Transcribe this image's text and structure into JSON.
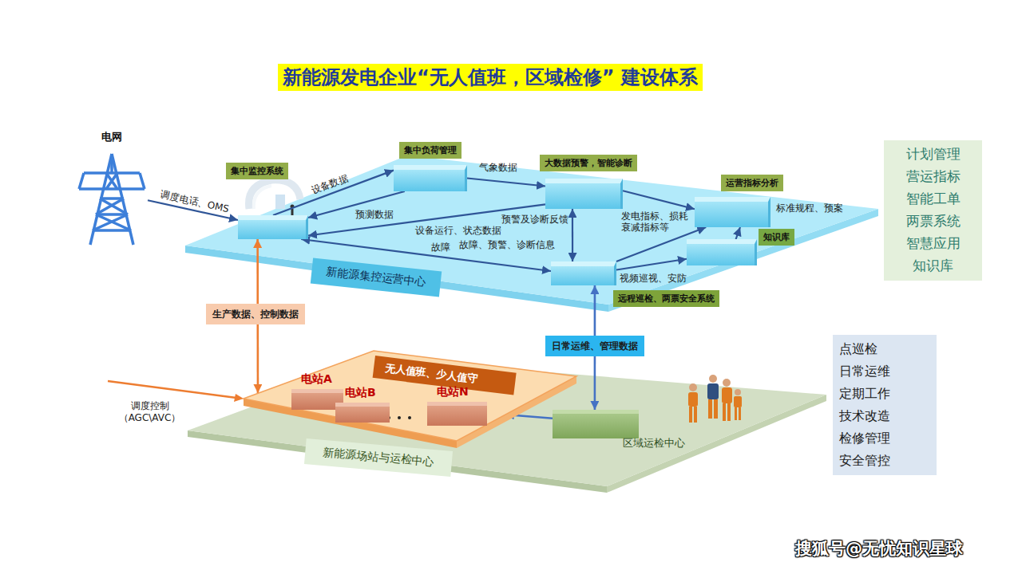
{
  "diagram": {
    "title": "新能源发电企业“无人值班，区域检修” 建设体系",
    "nodes": [
      {
        "text": [
          "电网"
        ]
      },
      {
        "text": [
          "集中监控系统"
        ]
      },
      {
        "text": [
          "集中负荷管理"
        ]
      },
      {
        "text": [
          "大数据预警，智能诊断"
        ]
      },
      {
        "text": [
          "运营指标分析"
        ]
      },
      {
        "text": [
          "知识库"
        ]
      },
      {
        "text": [
          "远程巡检、两票安全系统"
        ]
      },
      {
        "text": [
          "新能源集控运营中心"
        ]
      },
      {
        "text": [
          "计划管理",
          "营运指标",
          "智能工单",
          "两票系统",
          "智慧应用",
          "知识库"
        ]
      },
      {
        "text": [
          "无人值班、少人值守"
        ]
      },
      {
        "text": [
          "电站A"
        ],
        "in": 9
      },
      {
        "text": [
          "电站B"
        ],
        "in": 9
      },
      {
        "text": [
          "电站N"
        ],
        "in": 9
      },
      {
        "text": [
          "区域运检中心"
        ]
      },
      {
        "text": [
          "新能源场站与运检中心"
        ]
      },
      {
        "text": [
          "点巡检",
          "日常运维",
          "定期工作",
          "技术改造",
          "检修管理",
          "安全管控"
        ]
      }
    ],
    "edges": [
      {
        "from": 0,
        "to": 1,
        "label": "调度电话、OMS",
        "arrow": "to"
      },
      {
        "from": 1,
        "to": 2,
        "label": "设备数据",
        "arrow": "to"
      },
      {
        "from": 2,
        "to": 1,
        "label": "预测数据",
        "arrow": "to"
      },
      {
        "from": 2,
        "to": 3,
        "label": "气象数据",
        "arrow": "to"
      },
      {
        "from": 3,
        "to": 1,
        "label": "设备运行、状态数据",
        "arrow": "to"
      },
      {
        "from": 1,
        "to": 6,
        "label": "故障、预警、诊断信息",
        "arrow": "both"
      },
      {
        "from": 3,
        "to": 6,
        "label": "预警及诊断反馈",
        "arrow": "both"
      },
      {
        "from": 3,
        "to": 4,
        "label": "发电指标、损耗 衰减指标等",
        "arrow": "to"
      },
      {
        "from": 6,
        "to": 4,
        "arrow": "to"
      },
      {
        "from": 6,
        "to": 5,
        "label": "视频巡视、安防",
        "arrow": "to"
      },
      {
        "from": 5,
        "to": 4,
        "label": "标准规程、预案",
        "arrow": "to"
      },
      {
        "from": 9,
        "to": 1,
        "label": "生产数据、控制数据",
        "arrow": "both"
      },
      {
        "from": 13,
        "to": 6,
        "label": "日常运维、管理数据",
        "arrow": "both"
      },
      {
        "from": 13,
        "to": 9,
        "arrow": "to"
      }
    ],
    "labels": [
      "调度控制 （AGC\\AVC）",
      "故障",
      "搜狐号@无忧知识星球"
    ]
  }
}
